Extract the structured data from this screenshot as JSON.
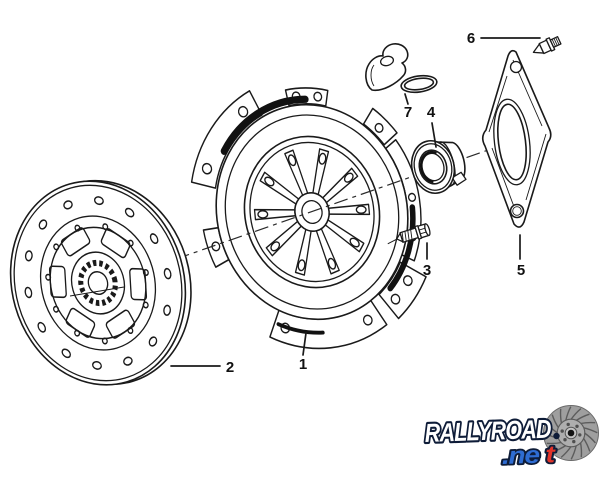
{
  "canvas": {
    "background": "#ffffff",
    "line_color": "#1a1a1a"
  },
  "diagram": {
    "labels": [
      {
        "text": "1",
        "part": "clutch-pressure-plate"
      },
      {
        "text": "2",
        "part": "clutch-disc"
      },
      {
        "text": "3",
        "part": "hex-bolt"
      },
      {
        "text": "4",
        "part": "release-bearing"
      },
      {
        "text": "5",
        "part": "release-lever-plate"
      },
      {
        "text": "6",
        "part": "pivot-pin"
      },
      {
        "text": "7",
        "part": "retaining-spring-clip"
      }
    ]
  },
  "logo": {
    "wordmark": "RALLYROAD",
    "tld_prefix": ".ne",
    "tld_accent": "t",
    "colors": {
      "outline": "#0e1c38",
      "white": "#ffffff",
      "blue": "#2e6cd2",
      "red": "#e2342a",
      "rotor": "#9f9f9f",
      "rotor_line": "#5c5c5c"
    }
  }
}
